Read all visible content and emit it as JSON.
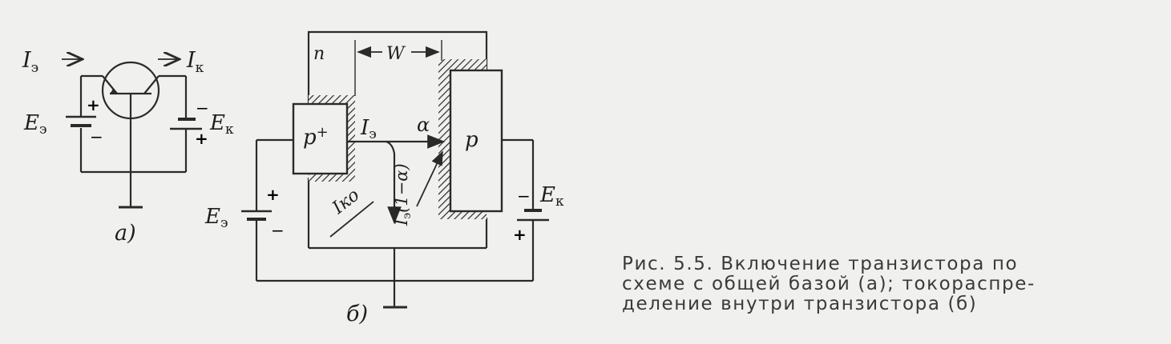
{
  "diagram_a": {
    "label_ie": "I",
    "label_ie_sub": "э",
    "label_ik": "I",
    "label_ik_sub": "к",
    "label_ee": "E",
    "label_ee_sub": "э",
    "label_ek": "E",
    "label_ek_sub": "к",
    "plus": "+",
    "minus": "−",
    "fig_label": "a)"
  },
  "diagram_b": {
    "label_n": "n",
    "label_w": "W",
    "label_pplus": "p",
    "label_pplus_sup": "+",
    "label_p": "p",
    "label_ie": "I",
    "label_ie_sub": "э",
    "label_alpha": "α",
    "label_ialpha": "I",
    "label_ialpha_sub": "э",
    "label_ialpha_expr": "(1−α)",
    "label_iko": "Iко",
    "label_ee": "E",
    "label_ee_sub": "э",
    "label_ek": "E",
    "label_ek_sub": "к",
    "plus": "+",
    "minus": "−",
    "fig_label": "б)"
  },
  "caption": {
    "line1": "Рис. 5.5. Включение транзистора по",
    "line2": "схеме с общей базой (а); токораспре-",
    "line3": "деление внутри транзистора (б)"
  }
}
